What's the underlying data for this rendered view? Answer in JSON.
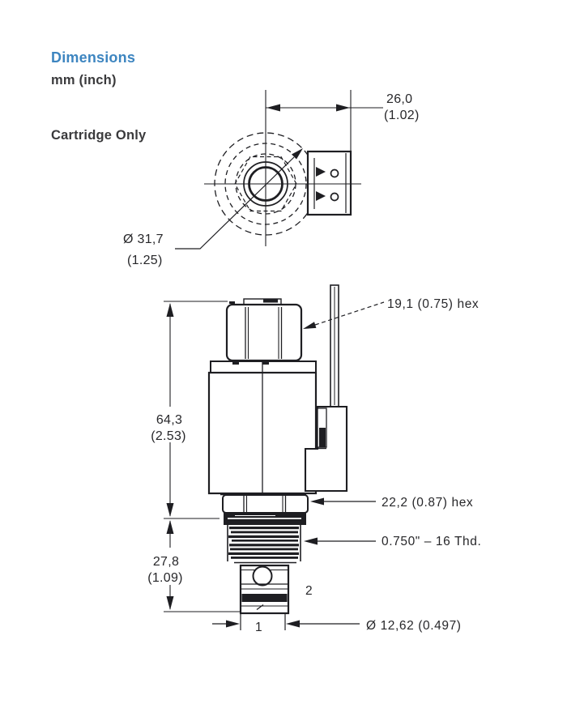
{
  "header": {
    "title": "Dimensions",
    "units": "mm (inch)",
    "view_label": "Cartridge Only"
  },
  "top_view": {
    "width_mm": "26,0",
    "width_inch": "(1.02)",
    "coil_dia_mm": "Ø 31,7",
    "coil_dia_inch": "(1.25)"
  },
  "side_view": {
    "height_upper_mm": "64,3",
    "height_upper_inch": "(2.53)",
    "height_lower_mm": "27,8",
    "height_lower_inch": "(1.09)",
    "coil_hex": "19,1 (0.75) hex",
    "locknut_hex": "22,2 (0.87) hex",
    "thread": "0.750\" – 16 Thd.",
    "nose_dia": "Ø 12,62 (0.497)",
    "port_1": "1",
    "port_2": "2"
  },
  "colors": {
    "accent_blue": "#3d85c0",
    "ink": "#1e1e22",
    "text_gray": "#3a3a3c",
    "background": "#ffffff"
  }
}
